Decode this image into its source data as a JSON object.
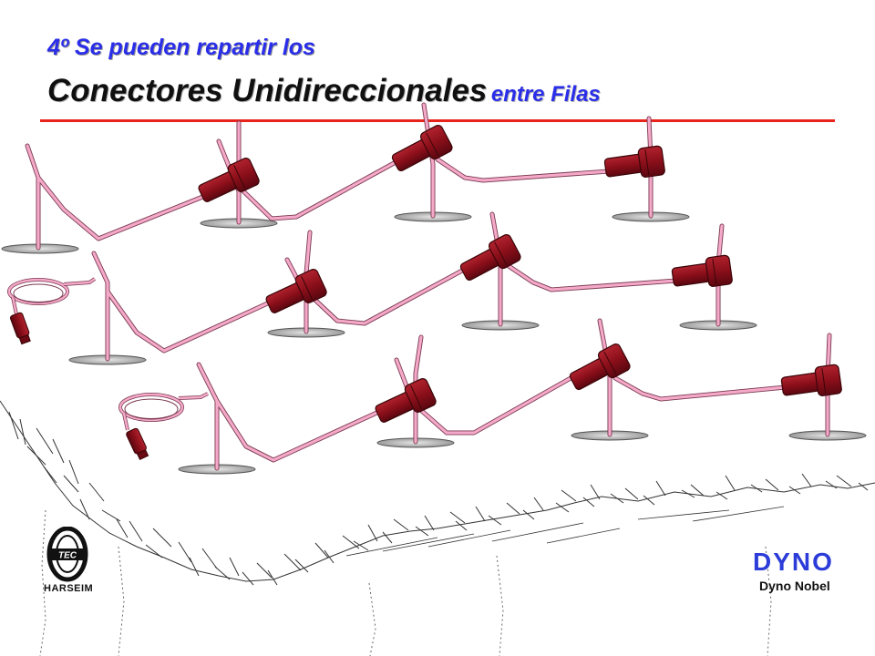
{
  "title": {
    "line1": "4º Se pueden repartir los",
    "line2_main": "Conectores Unidireccionales",
    "line2_suffix": "entre Filas"
  },
  "logos": {
    "left_badge": "TEC",
    "left_caption": "HARSEIM",
    "right_brand": "DYNO",
    "right_caption": "Dyno Nobel"
  },
  "colors": {
    "title_blue": "#2a2ee8",
    "rule_red": "#e8231c",
    "tube_pink": "#f4a9c8",
    "connector_red": "#8b0f1a",
    "brand_blue": "#2c3cd8"
  },
  "diagram": {
    "rows": 3,
    "holes_per_row": 4,
    "connectors_per_row": 3,
    "starter_coils": 2
  }
}
